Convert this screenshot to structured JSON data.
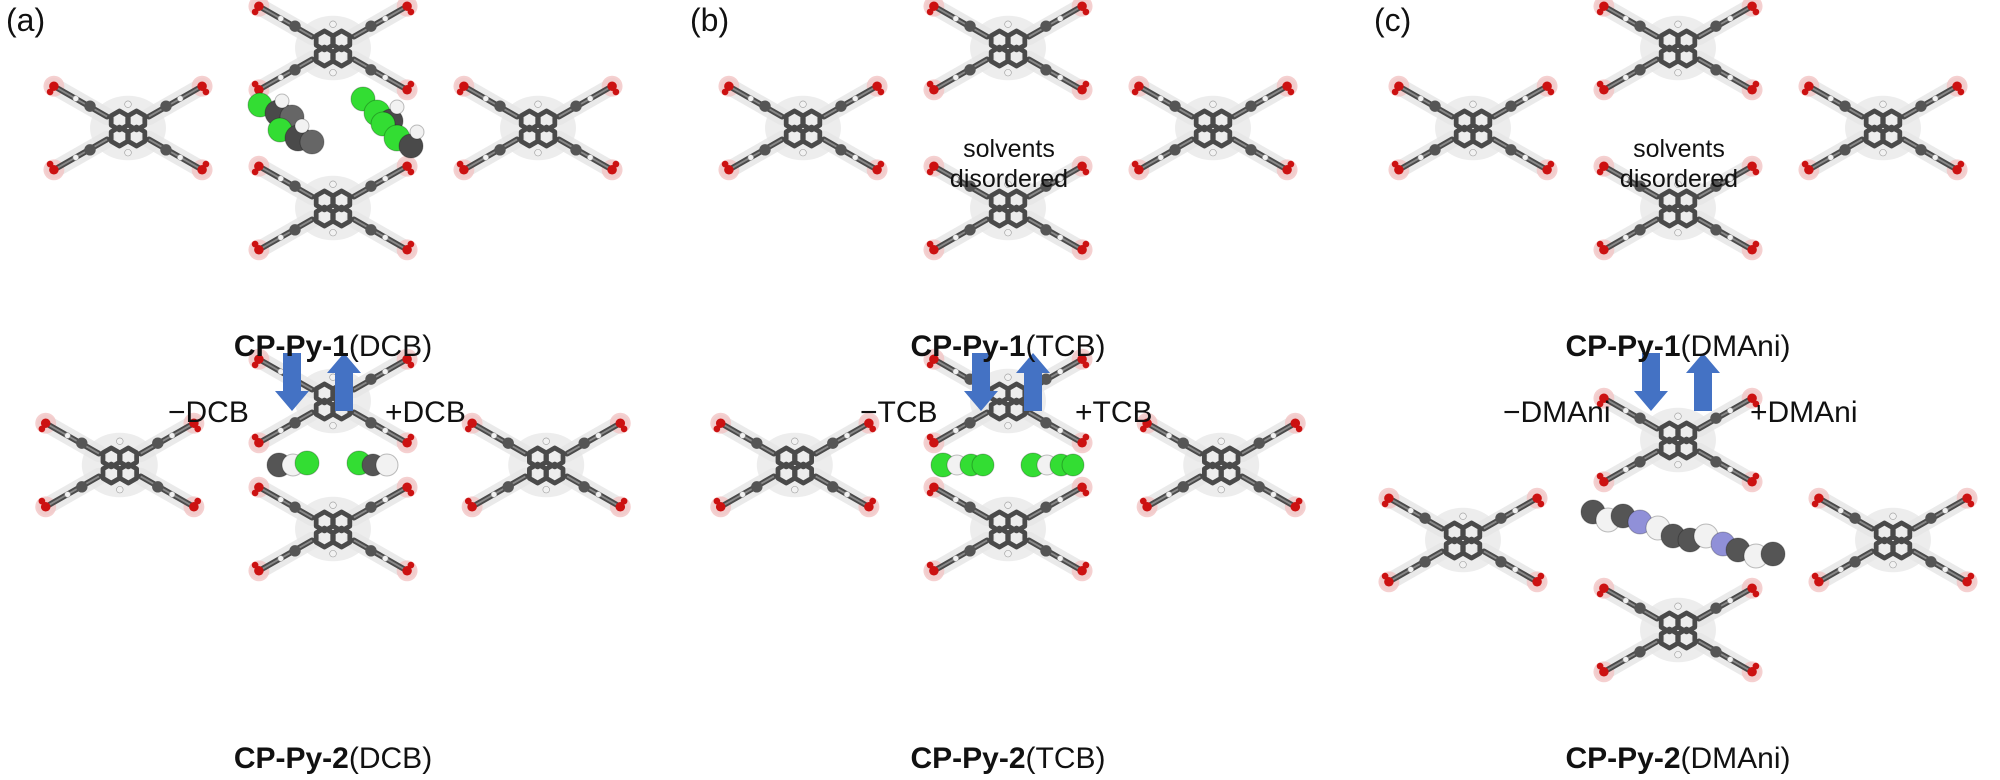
{
  "panels": [
    {
      "label": "(a)",
      "top": {
        "name_bold": "CP-Py-1",
        "name_suffix": "(DCB)"
      },
      "bottom": {
        "name_bold": "CP-Py-2",
        "name_suffix": "(DCB)"
      },
      "remove_label": "−DCB",
      "add_label": "+DCB",
      "top_guests": "dichlorobenzene",
      "bottom_guests": "dichlorobenzene-stacked"
    },
    {
      "label": "(b)",
      "top": {
        "name_bold": "CP-Py-1",
        "name_suffix": "(TCB)"
      },
      "bottom": {
        "name_bold": "CP-Py-2",
        "name_suffix": "(TCB)"
      },
      "remove_label": "−TCB",
      "add_label": "+TCB",
      "pore_note_line1": "solvents",
      "pore_note_line2": "disordered",
      "bottom_guests": "trichlorobenzene"
    },
    {
      "label": "(c)",
      "top": {
        "name_bold": "CP-Py-1",
        "name_suffix": "(DMAni)"
      },
      "bottom": {
        "name_bold": "CP-Py-2",
        "name_suffix": "(DMAni)"
      },
      "remove_label": "−DMAni",
      "add_label": "+DMAni",
      "pore_note_line1": "solvents",
      "pore_note_line2": "disordered",
      "bottom_guests": "dimethylaniline"
    }
  ],
  "colors": {
    "arrow": "#4472C4",
    "carbon": "#4a4a4a",
    "oxygen": "#cc1111",
    "hydrogen": "#f2f2f2",
    "chlorine": "#33dd33",
    "nitrogen": "#9090d8",
    "surface": "#e6e6e6",
    "surface_oxygen": "#f3c4c4"
  },
  "icons": {
    "down_arrow": "down-arrow-icon",
    "up_arrow": "up-arrow-icon",
    "framework": "pyrene-framework-model"
  }
}
